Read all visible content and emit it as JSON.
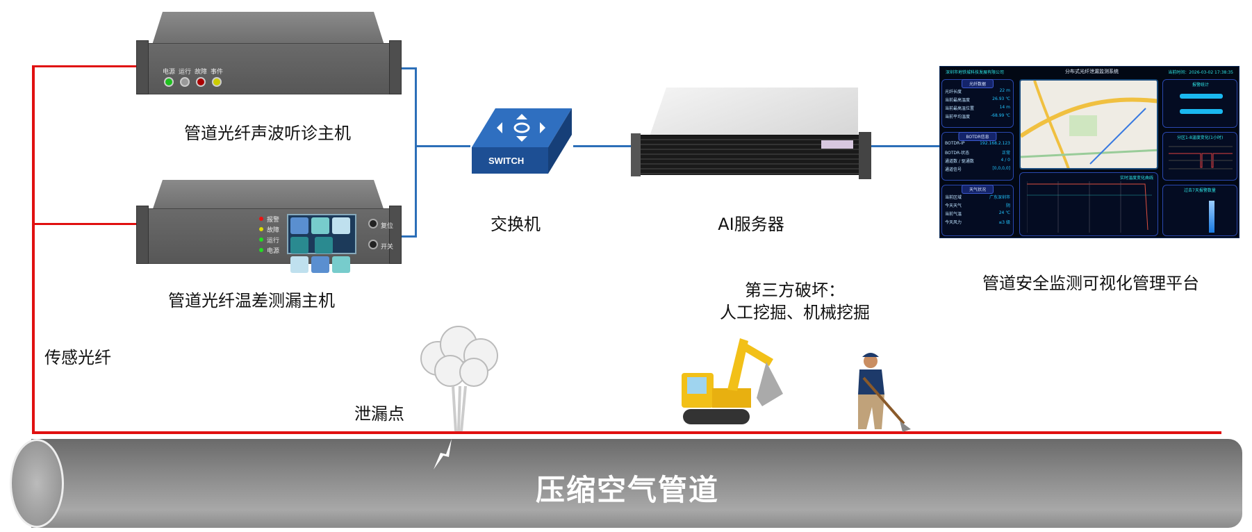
{
  "devices": {
    "acoustic_host": {
      "label": "管道光纤声波听诊主机",
      "indicators": [
        "电源",
        "运行",
        "故障",
        "事件"
      ]
    },
    "leak_host": {
      "label": "管道光纤温差测漏主机",
      "indicators": [
        "报警",
        "故障",
        "运行",
        "电源"
      ],
      "knobs": [
        "复位",
        "开关"
      ]
    },
    "switch": {
      "label": "交换机",
      "badge": "SWITCH"
    },
    "server": {
      "label": "AI服务器"
    },
    "platform": {
      "label": "管道安全监测可视化管理平台"
    }
  },
  "labels": {
    "sensing_fiber": "传感光纤",
    "leak_point": "泄漏点",
    "third_party_line1": "第三方破坏：",
    "third_party_line2": "人工挖掘、机械挖掘",
    "pipe": "压缩空气管道"
  },
  "dashboard": {
    "company": "深圳市地铁城科技发展有限公司",
    "title": "分布式光纤泄漏监测系统",
    "time": "当前时间：2026-03-02 17:38:35",
    "fiber": {
      "title": "光纤数据",
      "rows": [
        [
          "光纤长度",
          "22 m"
        ],
        [
          "当前最高温度",
          "26.93 ℃"
        ],
        [
          "当前最高温位置",
          "14 m"
        ],
        [
          "当前平均温度",
          "-68.99 ℃"
        ]
      ]
    },
    "botdr": {
      "title": "BOTDR信息",
      "rows": [
        [
          "BOTDR-IP",
          "192.168.2.123"
        ],
        [
          "BOTDR-状态",
          "正常"
        ],
        [
          "通道数 / 驱通数",
          "4 / 0"
        ],
        [
          "通道信号",
          "[0,0,0,0]"
        ]
      ]
    },
    "weather": {
      "title": "天气状况",
      "rows": [
        [
          "当前区域",
          "广东深圳市"
        ],
        [
          "今天天气",
          "阴"
        ],
        [
          "当前气温",
          "24 ℃"
        ],
        [
          "今天风力",
          "≤3 级"
        ]
      ]
    },
    "alarm_stats": "报警统计",
    "zone_temp": "分区1-8温度变化(1小时)",
    "alarm_7d": "过去7天报警数量",
    "curve": "实时温度变化曲线"
  },
  "colors": {
    "fiber": "#e01010",
    "network": "#2c6fb8"
  }
}
